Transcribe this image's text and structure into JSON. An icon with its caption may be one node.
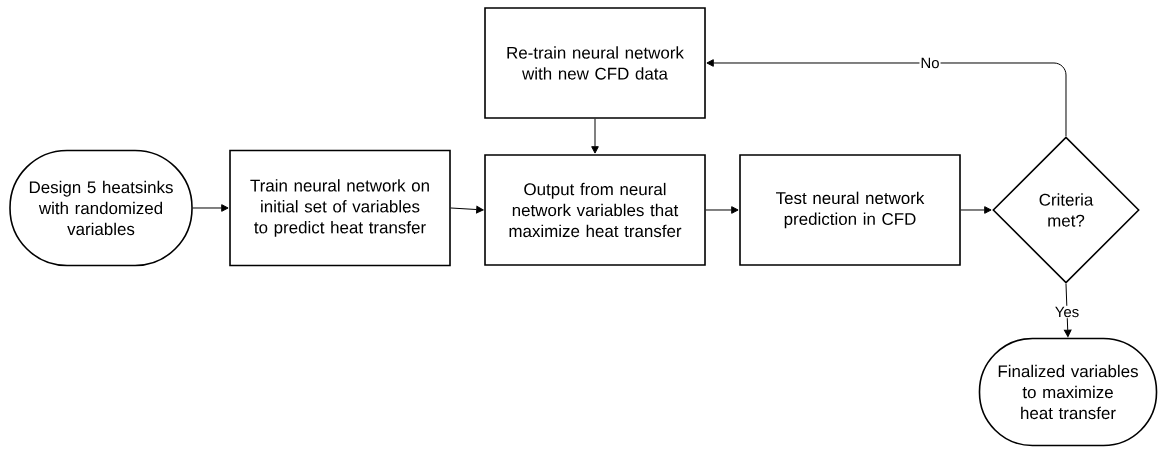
{
  "diagram": {
    "nodes": [
      {
        "text": [
          "Design 5 heatsinks with randomized variables"
        ]
      },
      {
        "text": [
          "Train neural network on initial set of variables to predict heat transfer"
        ]
      },
      {
        "text": [
          "Re-train neural network with new CFD data"
        ]
      },
      {
        "text": [
          "Output from neural network variables that maximize heat transfer"
        ]
      },
      {
        "text": [
          "Test neural network prediction in CFD"
        ]
      },
      {
        "text": [
          "Criteria met?"
        ]
      },
      {
        "text": [
          "Finalized variables to maximize heat transfer"
        ]
      }
    ],
    "edges": [
      {
        "from": 0,
        "to": 1,
        "arrow": "to"
      },
      {
        "from": 1,
        "to": 3,
        "arrow": "to"
      },
      {
        "from": 2,
        "to": 3,
        "arrow": "to"
      },
      {
        "from": 3,
        "to": 4,
        "arrow": "to"
      },
      {
        "from": 4,
        "to": 5,
        "arrow": "to"
      },
      {
        "from": 5,
        "to": 2,
        "arrow": "to",
        "label": "No"
      },
      {
        "from": 5,
        "to": 6,
        "arrow": "to",
        "label": "Yes"
      }
    ]
  }
}
